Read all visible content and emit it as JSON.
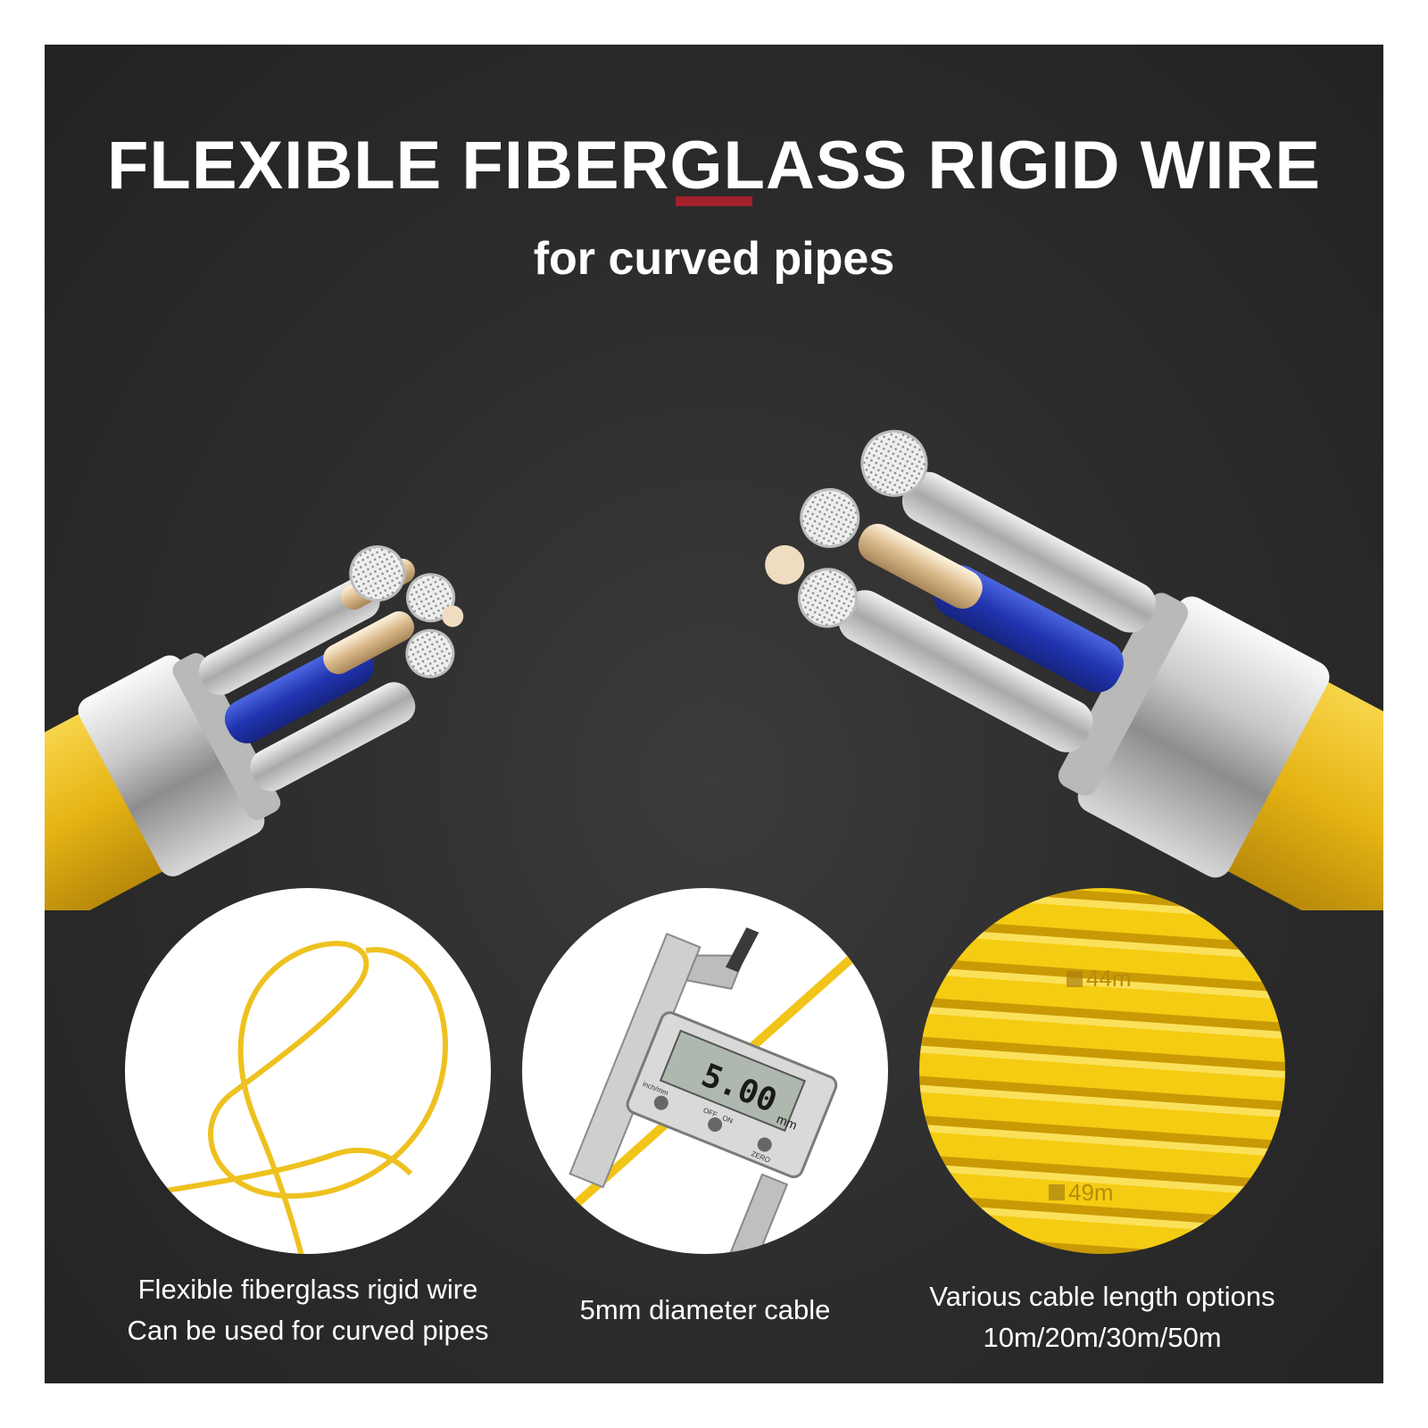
{
  "headline": "FLEXIBLE FIBERGLASS RIGID WIRE",
  "subheadline": "for curved pipes",
  "colors": {
    "background": "#2b2b2b",
    "accent": "#a3212b",
    "cable_yellow": "#f2c418",
    "core_blue": "#2a3fb8",
    "text": "#ffffff"
  },
  "features": [
    {
      "icon": "coiled-wire-icon",
      "lines": [
        "Flexible fiberglass rigid wire",
        "Can be used for curved pipes"
      ]
    },
    {
      "icon": "caliper-icon",
      "lines": [
        "5mm diameter cable"
      ]
    },
    {
      "icon": "cable-spool-icon",
      "lines": [
        "Various cable length options",
        "10m/20m/30m/50m"
      ]
    }
  ],
  "caliper_reading": "5.00",
  "caliper_unit": "mm",
  "caliper_buttons": [
    "inch/mm",
    "OFF",
    "ON",
    "ZERO"
  ],
  "spool_markings": [
    "44m",
    "49m"
  ]
}
